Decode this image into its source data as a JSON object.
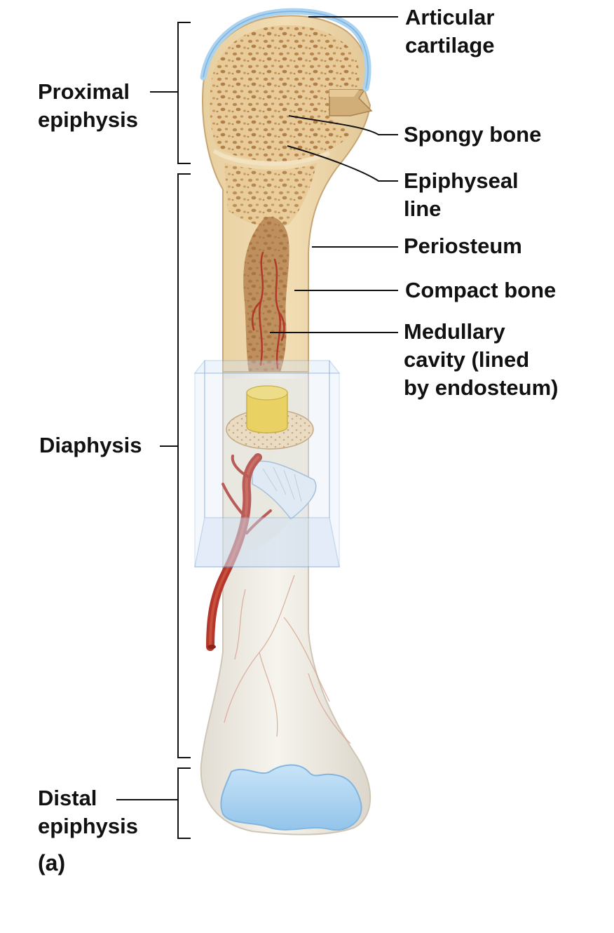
{
  "labels": {
    "articular_cartilage": "Articular\ncartilage",
    "spongy_bone": "Spongy bone",
    "epiphyseal_line": "Epiphyseal\nline",
    "periosteum": "Periosteum",
    "compact_bone": "Compact bone",
    "medullary_cavity": "Medullary\ncavity (lined\nby endosteum)",
    "proximal_epiphysis": "Proximal\nepiphysis",
    "diaphysis": "Diaphysis",
    "distal_epiphysis": "Distal\nepiphysis"
  },
  "figure_tag": "(a)",
  "colors": {
    "bone_upper": "#ecd3a6",
    "spongy_hole": "#b9884e",
    "medullary": "#a8703e",
    "vessel": "#b3372a",
    "cartilage": "#a9d3f0",
    "cartilage_edge": "#82b6e0",
    "bone_lower": "#ece8df",
    "marrow_yellow": "#f1cd3a",
    "box_fill": "#cfe0f5",
    "box_edge": "#7ea7da",
    "leader_line": "#111111"
  }
}
